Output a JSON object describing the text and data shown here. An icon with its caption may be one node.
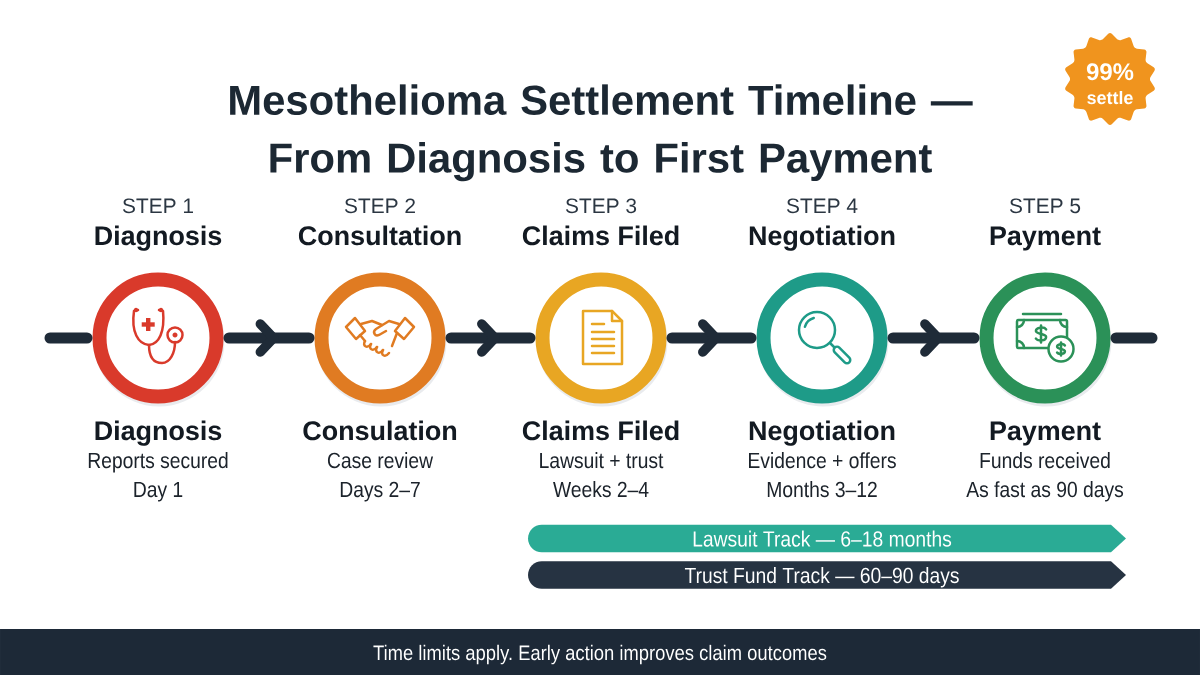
{
  "diagram": {
    "title": "Mesothelioma Settlement Timeline — From Diagnosis to First Payment",
    "nodes": [
      {
        "text": [
          "99%",
          "settle"
        ]
      },
      {
        "text": [
          "STEP 1",
          "Diagnosis"
        ],
        "beside": [
          "Diagnosis",
          "Reports secured",
          "Day 1"
        ]
      },
      {
        "text": [
          "STEP 2",
          "Consultation"
        ],
        "beside": [
          "Consulation",
          "Case review",
          "Days 2–7"
        ]
      },
      {
        "text": [
          "STEP 3",
          "Claims Filed"
        ],
        "beside": [
          "Claims Filed",
          "Lawsuit + trust",
          "Weeks 2–4"
        ]
      },
      {
        "text": [
          "STEP 4",
          "Negotiation"
        ],
        "beside": [
          "Negotiation",
          "Evidence + offers",
          "Months 3–12"
        ]
      },
      {
        "text": [
          "STEP 5",
          "Payment"
        ],
        "beside": [
          "Payment",
          "Funds received",
          "As fast as 90 days"
        ]
      },
      {
        "text": [
          "Lawsuit Track — 6–18 months"
        ]
      },
      {
        "text": [
          "Trust Fund Track — 60–90 days"
        ]
      },
      {
        "text": [
          "Time limits apply. Early action improves claim outcomes"
        ]
      }
    ],
    "edges": [
      {
        "from": null,
        "to": 1,
        "arrow": "none"
      },
      {
        "from": 1,
        "to": 2,
        "arrow": "to"
      },
      {
        "from": 2,
        "to": 3,
        "arrow": "to"
      },
      {
        "from": 3,
        "to": 4,
        "arrow": "to"
      },
      {
        "from": 4,
        "to": 5,
        "arrow": "to"
      },
      {
        "from": 5,
        "to": null,
        "arrow": "none"
      }
    ]
  }
}
